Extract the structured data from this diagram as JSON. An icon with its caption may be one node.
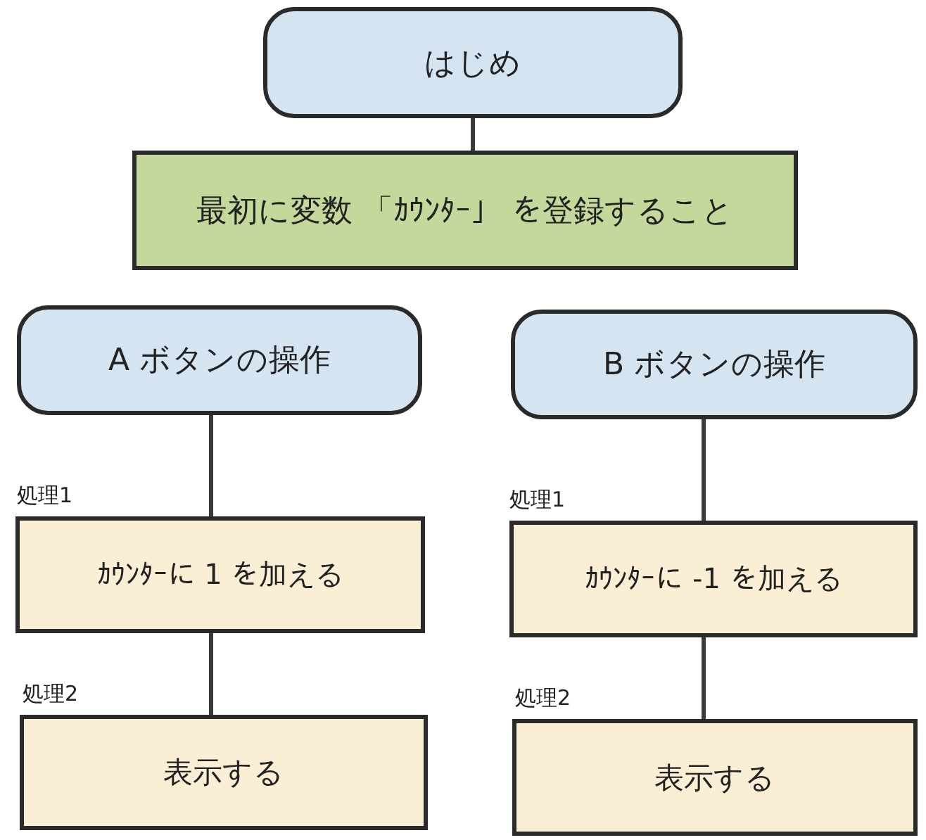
{
  "diagram": {
    "nodes": [
      {
        "text": [
          "はじめ"
        ]
      },
      {
        "text": [
          "最初に変数 「ｶｳﾝﾀｰ」 を登録すること"
        ]
      },
      {
        "text": [
          "A ボタンの操作"
        ]
      },
      {
        "text": [
          "B ボタンの操作"
        ]
      },
      {
        "text": [
          "処理1",
          "ｶｳﾝﾀｰに 1 を加える"
        ]
      },
      {
        "text": [
          "処理2",
          "表示する"
        ]
      },
      {
        "text": [
          "処理1",
          "ｶｳﾝﾀｰに -1 を加える"
        ]
      },
      {
        "text": [
          "処理2",
          "表示する"
        ]
      }
    ],
    "edges": [
      {
        "from": 0,
        "to": 1,
        "arrow": "none"
      },
      {
        "from": 2,
        "to": 4,
        "arrow": "none"
      },
      {
        "from": 4,
        "to": 5,
        "arrow": "none"
      },
      {
        "from": 3,
        "to": 6,
        "arrow": "none"
      },
      {
        "from": 6,
        "to": 7,
        "arrow": "none"
      }
    ]
  }
}
